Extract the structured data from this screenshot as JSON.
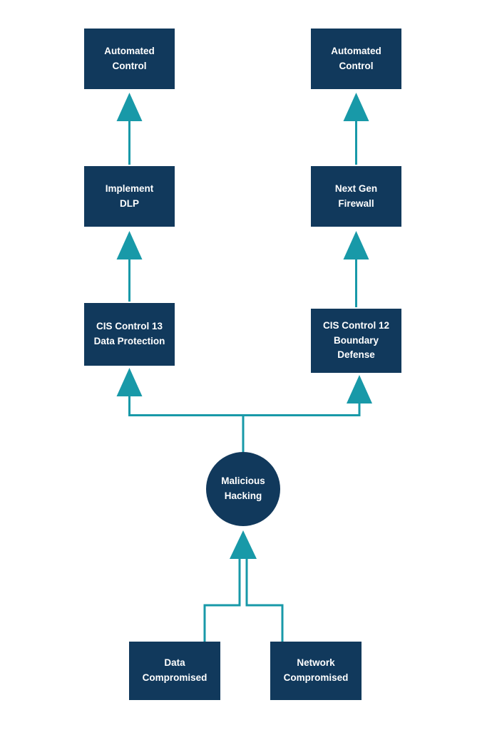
{
  "diagram": {
    "type": "attack-tree-flowchart",
    "colors": {
      "node_fill": "#11395C",
      "connector": "#1899A8",
      "node_text": "#FFFFFF",
      "background": "#FFFFFF"
    },
    "nodes": {
      "automated_control_left": {
        "label": "Automated\nControl",
        "shape": "rect"
      },
      "implement_dlp": {
        "label": "Implement\nDLP",
        "shape": "rect"
      },
      "cis_control_13": {
        "label": "CIS Control 13\nData Protection",
        "shape": "rect"
      },
      "automated_control_right": {
        "label": "Automated\nControl",
        "shape": "rect"
      },
      "next_gen_firewall": {
        "label": "Next Gen\nFirewall",
        "shape": "rect"
      },
      "cis_control_12": {
        "label": "CIS Control 12\nBoundary\nDefense",
        "shape": "rect"
      },
      "malicious_hacking": {
        "label": "Malicious\nHacking",
        "shape": "circle"
      },
      "data_compromised": {
        "label": "Data\nCompromised",
        "shape": "rect"
      },
      "network_compromised": {
        "label": "Network\nCompromised",
        "shape": "rect"
      }
    },
    "edges": [
      {
        "from": "implement_dlp",
        "to": "automated_control_left",
        "arrow": "up"
      },
      {
        "from": "cis_control_13",
        "to": "implement_dlp",
        "arrow": "up"
      },
      {
        "from": "next_gen_firewall",
        "to": "automated_control_right",
        "arrow": "up"
      },
      {
        "from": "cis_control_12",
        "to": "next_gen_firewall",
        "arrow": "up"
      },
      {
        "from": "malicious_hacking",
        "to": "cis_control_13",
        "arrow": "up"
      },
      {
        "from": "malicious_hacking",
        "to": "cis_control_12",
        "arrow": "up"
      },
      {
        "from": "data_compromised",
        "to": "malicious_hacking",
        "arrow": "up"
      },
      {
        "from": "network_compromised",
        "to": "malicious_hacking",
        "arrow": "up"
      }
    ]
  }
}
